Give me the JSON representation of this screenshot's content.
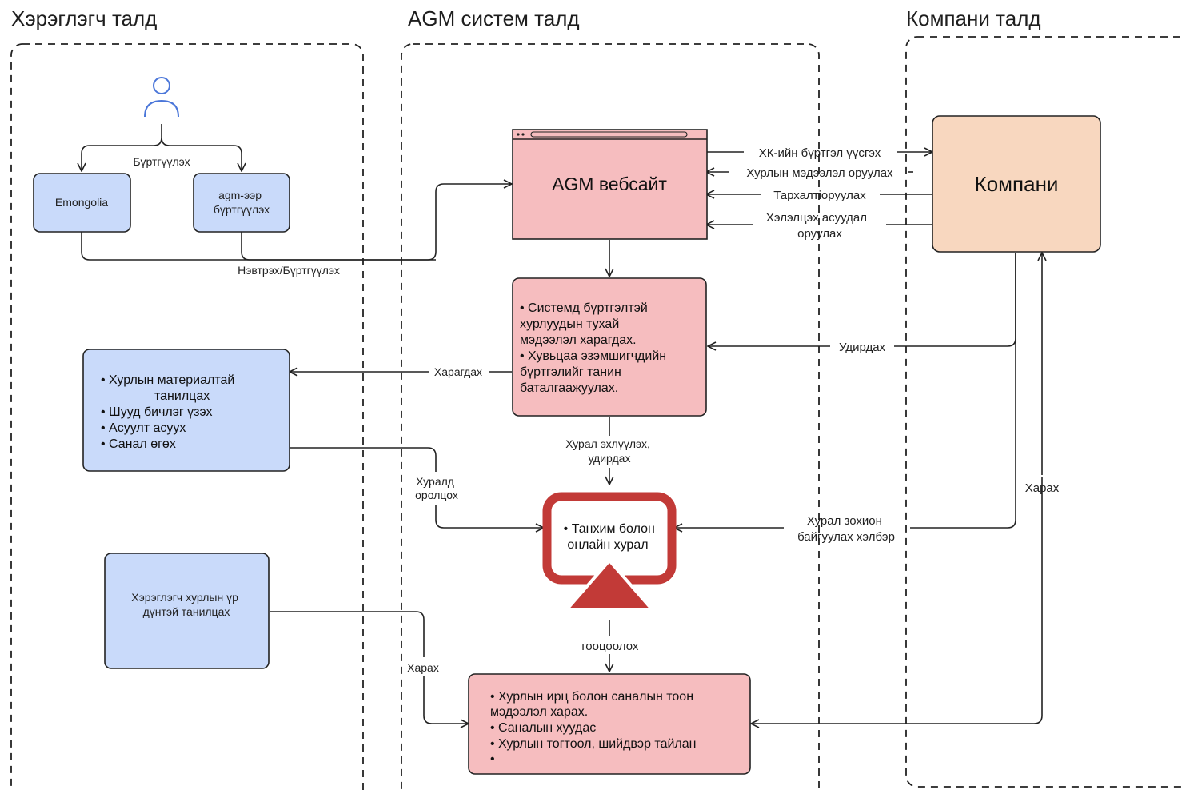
{
  "zones": {
    "user": "Хэрэглэгч талд",
    "system": "AGM систем талд",
    "company": "Компани талд"
  },
  "nodes": {
    "emongolia": "Emongolia",
    "agm_register": [
      "agm-ээр",
      "бүртгүүлэх"
    ],
    "agm_website": "AGM вебсайт",
    "company": "Компани",
    "system_info": [
      "•  Системд бүртгэлтэй",
      "   хурлуудын тухай",
      "   мэдээлэл харагдах.",
      "• Хувьцаа эзэмшигчдийн",
      "   бүртгэлийг танин",
      "   баталгаажуулах."
    ],
    "user_actions": [
      "• Хурлын материалтай",
      "танилцах",
      "• Шууд бичлэг үзэх",
      "• Асуулт асуух",
      "• Санал өгөх"
    ],
    "meeting": [
      "• Танхим болон",
      "онлайн хурал"
    ],
    "user_results": [
      "Хэрэглэгч хурлын үр",
      "дүнтэй танилцах"
    ],
    "results": [
      "• Хурлын ирц болон саналын тоон",
      "   мэдээлэл харах.",
      "• Саналын хуудас",
      "• Хурлын тогтоол, шийдвэр тайлан",
      "•"
    ]
  },
  "edges": {
    "register": "Бүртгүүлэх",
    "login_register": "Нэвтрэх/Бүртгүүлэх",
    "create_sh_registry": "ХК-ийн бүртгэл үүсгэх",
    "enter_meeting_info": "Хурлын мэдээлэл оруулах",
    "enter_dividend": "Тархалтіоруулах",
    "enter_agenda": [
      "Хэлэлцэх асуудал",
      "оруулах"
    ],
    "manage": "Удирдах",
    "view_shown": "Харагдах",
    "start_manage": [
      "Хурал эхлүүлэх,",
      "удирдах"
    ],
    "participate": [
      "Хуралд",
      "оролцох"
    ],
    "meeting_format": [
      "Хурал зохион",
      "байгуулах хэлбэр"
    ],
    "calculate": "тооцоолох",
    "view_user": "Харах",
    "view_company": "Харах"
  },
  "icons": {
    "user": "user-icon",
    "browser": "browser-window-icon",
    "monitor": "presentation-screen-icon"
  },
  "colors": {
    "blue_fill": "#c9dafa",
    "pink_fill": "#f6bdbf",
    "orange_fill": "#f8d7bf",
    "red_accent": "#c23a37",
    "icon_blue": "#4a76d9"
  }
}
